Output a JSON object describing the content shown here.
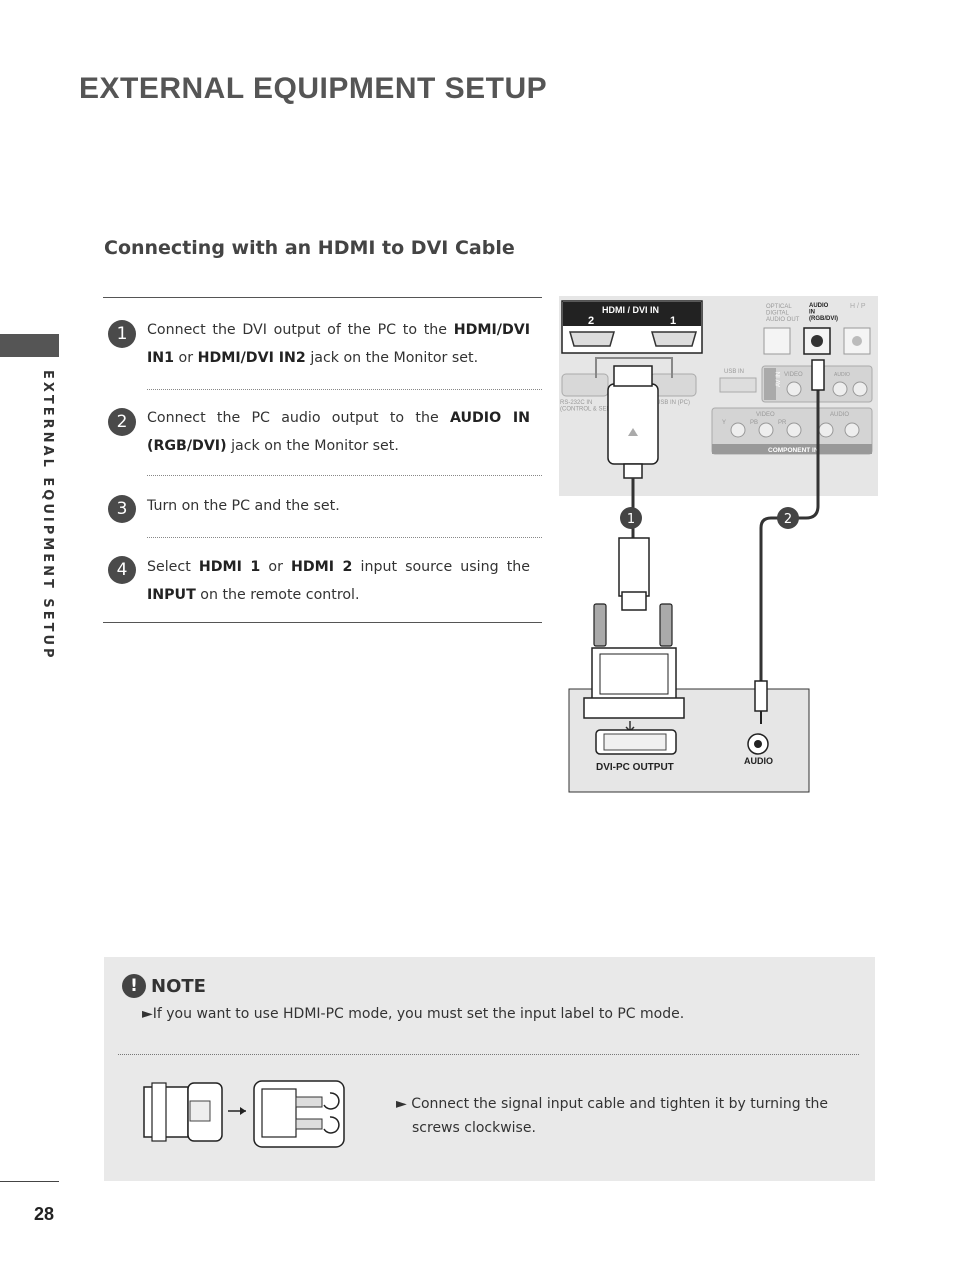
{
  "page": {
    "title": "EXTERNAL EQUIPMENT SETUP",
    "side_label": "EXTERNAL EQUIPMENT SETUP",
    "page_number": "28"
  },
  "section": {
    "title": "Connecting with an HDMI to DVI Cable"
  },
  "steps": [
    {
      "num": "1",
      "parts": [
        {
          "t": "Connect the DVI output of the PC to the "
        },
        {
          "t": "HDMI/DVI IN1",
          "b": true
        },
        {
          "t": " or "
        },
        {
          "t": "HDMI/DVI IN2",
          "b": true
        },
        {
          "t": " jack on the Monitor set."
        }
      ]
    },
    {
      "num": "2",
      "parts": [
        {
          "t": "Connect the PC audio output to the "
        },
        {
          "t": "AUDIO IN (RGB/DVI)",
          "b": true
        },
        {
          "t": " jack on the Monitor set."
        }
      ]
    },
    {
      "num": "3",
      "parts": [
        {
          "t": "Turn on the PC and the set."
        }
      ]
    },
    {
      "num": "4",
      "parts": [
        {
          "t": "Select "
        },
        {
          "t": "HDMI 1",
          "b": true
        },
        {
          "t": " or "
        },
        {
          "t": "HDMI 2",
          "b": true
        },
        {
          "t": " input source using the "
        },
        {
          "t": "INPUT",
          "b": true
        },
        {
          "t": "  on the remote control."
        }
      ]
    }
  ],
  "diagram": {
    "hdmi_label": "HDMI / DVI IN",
    "hdmi_port_2": "2",
    "hdmi_port_1": "1",
    "optical_label": "OPTICAL\nDIGITAL\nAUDIO OUT",
    "audio_in_label": "AUDIO\nIN\n(RGB/DVI)",
    "hp_label": "H / P",
    "usb_in_label": "USB IN",
    "rs232c_label": "RS-232C IN\n(CONTROL & SERVICE)",
    "usb_in_pc_label": "USB IN (PC)",
    "av_in_label": "AV IN",
    "video_label": "VIDEO",
    "audio_label_small": "AUDIO",
    "component_video_label": "VIDEO",
    "component_audio_label": "AUDIO",
    "component_y": "Y",
    "component_pb": "PB",
    "component_pr": "PR",
    "component_in_label": "COMPONENT IN",
    "callout_1": "1",
    "callout_2": "2",
    "dvi_pc_output": "DVI-PC OUTPUT",
    "pc_audio": "AUDIO"
  },
  "note": {
    "title": "NOTE",
    "icon": "exclamation-icon",
    "line1": "►If you want to use HDMI-PC mode, you must set the input label to PC mode.",
    "line2": "► Connect the signal input cable and tighten it by turning the screws clockwise."
  }
}
